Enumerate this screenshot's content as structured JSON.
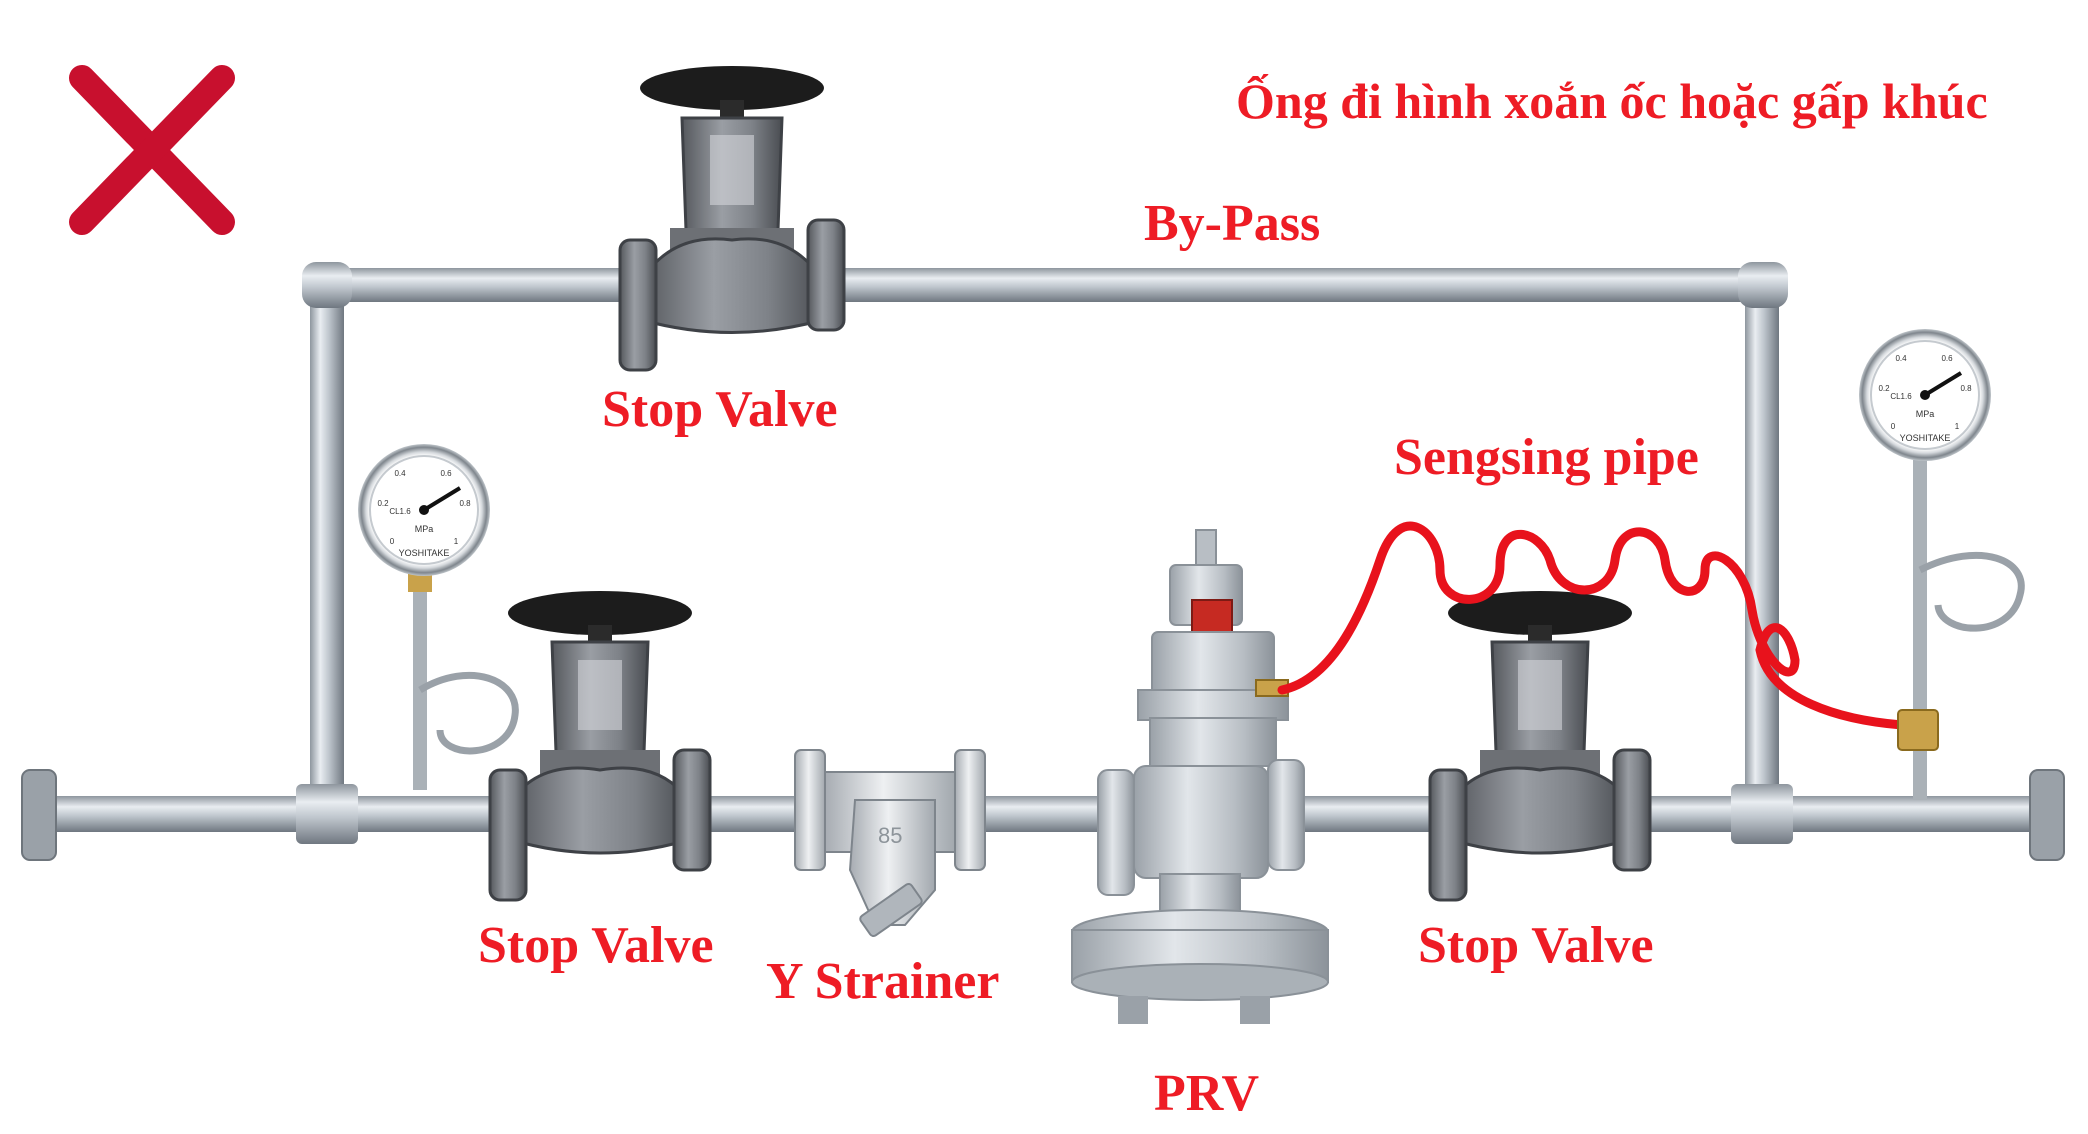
{
  "title": "Ống đi hình xoắn ốc hoặc gấp khúc",
  "status_mark": "wrong-x-icon",
  "labels": {
    "bypass": "By-Pass",
    "stop_valve_top": "Stop Valve",
    "stop_valve_left": "Stop Valve",
    "stop_valve_right": "Stop Valve",
    "y_strainer": "Y Strainer",
    "prv": "PRV",
    "sensing_pipe": "Sengsing pipe"
  },
  "gauges": [
    {
      "brand": "YOSHITAKE",
      "unit": "MPa",
      "class": "CL1.6",
      "ticks": [
        "0",
        "0.2",
        "0.4",
        "0.6",
        "0.8",
        "1"
      ]
    },
    {
      "brand": "YOSHITAKE",
      "unit": "MPa",
      "class": "CL1.6",
      "ticks": [
        "0",
        "0.2",
        "0.4",
        "0.6",
        "0.8",
        "1"
      ]
    }
  ],
  "strainer_marking": "85",
  "colors": {
    "label": "#ee1c25",
    "cross": "#c8102e",
    "sensing_pipe": "#e8121c",
    "pipe": "#b9c0c8",
    "valve_body": "#7c7f84",
    "handwheel": "#1c1c1c",
    "prv_body": "#c9ced3",
    "prv_band": "#c62a22"
  }
}
